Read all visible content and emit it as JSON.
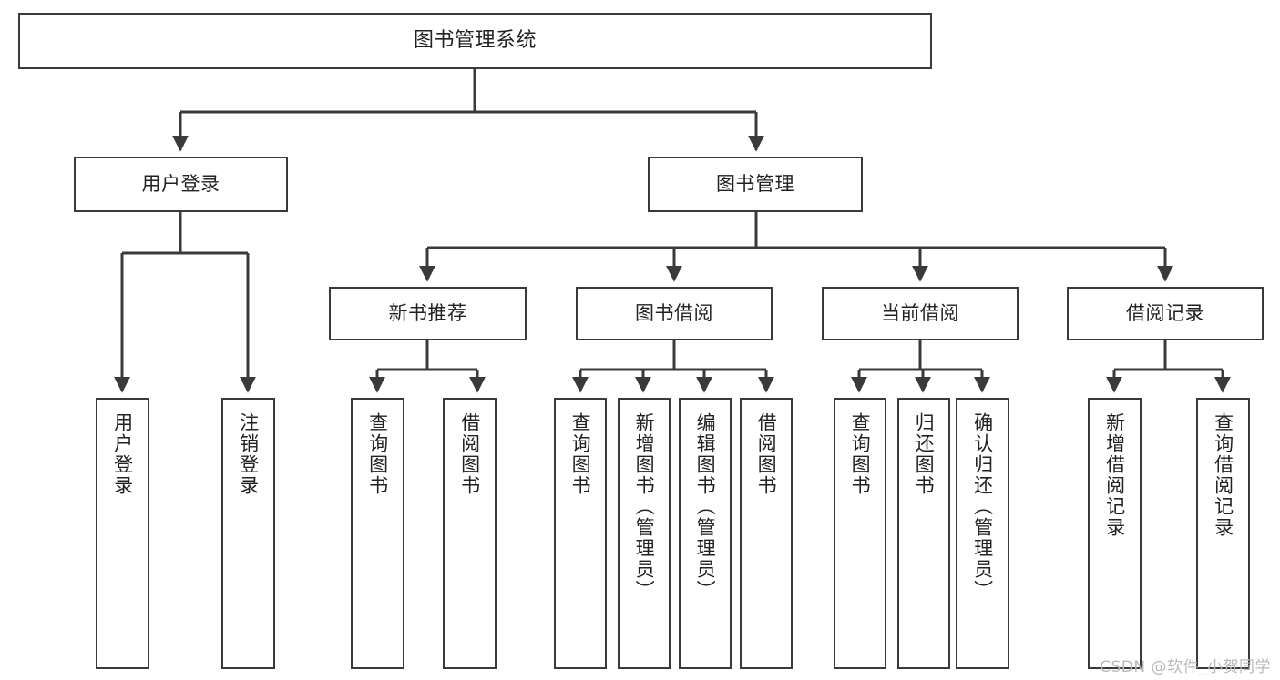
{
  "diagram": {
    "title": "图书管理系统",
    "type": "tree",
    "background_color": "#ffffff",
    "box_border_color": "#3a3a3a",
    "text_color": "#222222",
    "connector_color": "#3a3a3a"
  },
  "root": {
    "label": "图书管理系统"
  },
  "level2": [
    {
      "label": "用户登录"
    },
    {
      "label": "图书管理"
    }
  ],
  "level3": [
    {
      "label": "新书推荐"
    },
    {
      "label": "图书借阅"
    },
    {
      "label": "当前借阅"
    },
    {
      "label": "借阅记录"
    }
  ],
  "leaves": {
    "user_login": [
      {
        "label": "用户登录"
      },
      {
        "label": "注销登录"
      }
    ],
    "new_book_recommend": [
      {
        "label": "查询图书"
      },
      {
        "label": "借阅图书"
      }
    ],
    "book_borrow": [
      {
        "label": "查询图书"
      },
      {
        "label": "新增图书（管理员）"
      },
      {
        "label": "编辑图书（管理员）"
      },
      {
        "label": "借阅图书"
      }
    ],
    "current_borrow": [
      {
        "label": "查询图书"
      },
      {
        "label": "归还图书"
      },
      {
        "label": "确认归还（管理员）"
      }
    ],
    "borrow_record": [
      {
        "label": "新增借阅记录"
      },
      {
        "label": "查询借阅记录"
      }
    ]
  },
  "watermark": {
    "text": "CSDN @软件_小贺同学",
    "color": "#b9b9b9"
  }
}
